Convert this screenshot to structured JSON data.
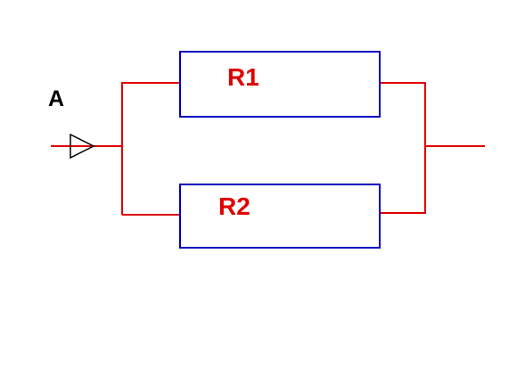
{
  "diagram": {
    "node_label": "A",
    "resistors": [
      {
        "label": "R1"
      },
      {
        "label": "R2"
      }
    ],
    "colors": {
      "wire": "#e00000",
      "resistor_border": "#0000c0",
      "resistor_label": "#e00000",
      "node_label": "#000000",
      "arrow": "#000000"
    }
  }
}
